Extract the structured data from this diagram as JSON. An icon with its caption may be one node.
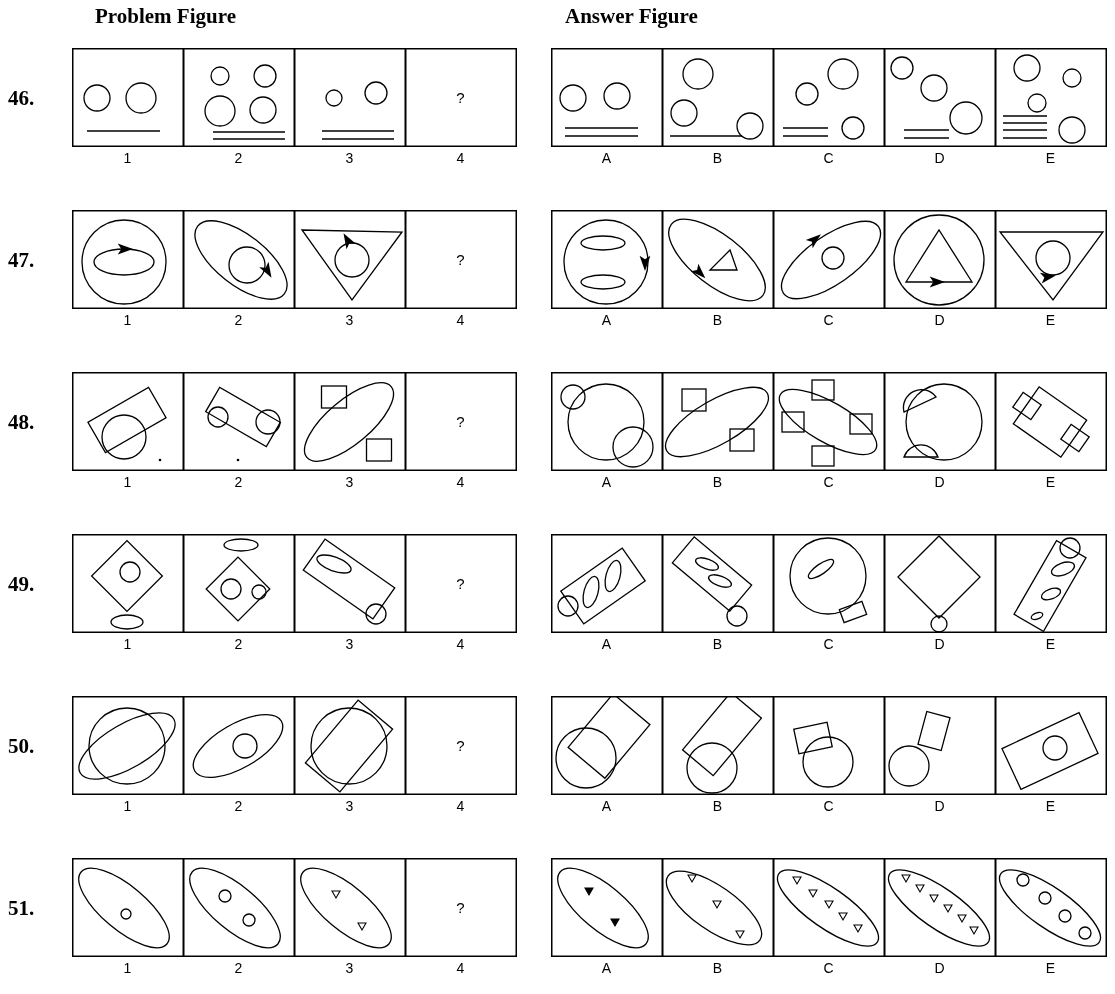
{
  "diagram": {
    "labels": [
      "Problem Figure",
      "Answer Figure",
      "46.",
      "?",
      "1",
      "2",
      "3",
      "4",
      "A",
      "B",
      "C",
      "D",
      "E",
      "47.",
      "?",
      "1",
      "2",
      "3",
      "4",
      "A",
      "B",
      "C",
      "D",
      "E",
      "48.",
      "?",
      "1",
      "2",
      "3",
      "4",
      "A",
      "B",
      "C",
      "D",
      "E",
      "49.",
      "?",
      "1",
      "2",
      "3",
      "4",
      "A",
      "B",
      "C",
      "D",
      "E",
      "50.",
      "?",
      "1",
      "2",
      "3",
      "4",
      "A",
      "B",
      "C",
      "D",
      "E",
      "51.",
      "?",
      "1",
      "2",
      "3",
      "4",
      "A",
      "B",
      "C",
      "D",
      "E"
    ]
  }
}
